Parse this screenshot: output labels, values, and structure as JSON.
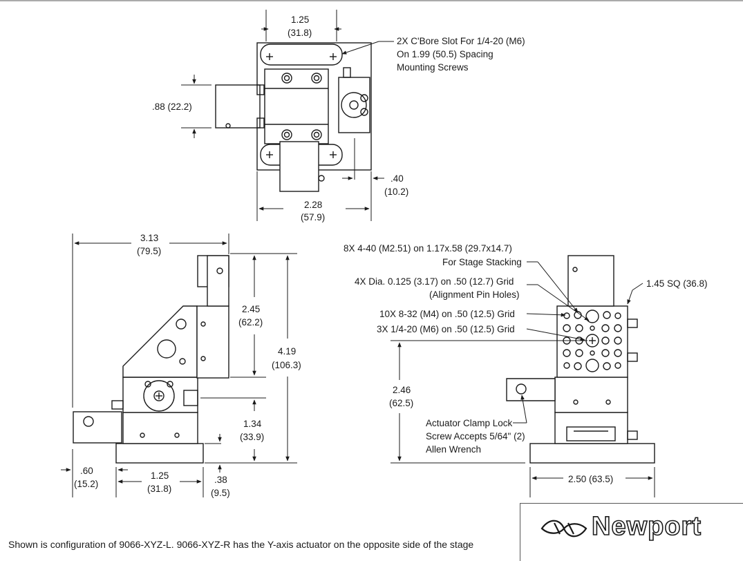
{
  "top_view": {
    "width_label": "1.25",
    "width_metric": "(31.8)",
    "slot_note_1": "2X C'Bore Slot For 1/4-20 (M6)",
    "slot_note_2": "On 1.99 (50.5) Spacing",
    "slot_note_3": "Mounting Screws",
    "height_label": ".88 (22.2)",
    "offset_label": ".40",
    "offset_metric": "(10.2)",
    "overall_label": "2.28",
    "overall_metric": "(57.9)"
  },
  "side_view": {
    "length_label": "3.13",
    "length_metric": "(79.5)",
    "upper_label": "2.45",
    "upper_metric": "(62.2)",
    "total_label": "4.19",
    "total_metric": "(106.3)",
    "mid_label": "1.34",
    "mid_metric": "(33.9)",
    "left_label": ".60",
    "left_metric": "(15.2)",
    "base_label": "1.25",
    "base_metric": "(31.8)",
    "thick_label": ".38",
    "thick_metric": "(9.5)"
  },
  "front_view": {
    "note_stacking_1": "8X 4-40 (M2.51) on 1.17x.58 (29.7x14.7)",
    "note_stacking_2": "For Stage Stacking",
    "note_pins_1": "4X Dia. 0.125 (3.17) on .50 (12.7) Grid",
    "note_pins_2": "(Alignment Pin Holes)",
    "note_m4": "10X 8-32 (M4) on .50 (12.5) Grid",
    "note_m6": "3X 1/4-20 (M6) on .50 (12.5) Grid",
    "square_label": "1.45 SQ (36.8)",
    "height_label": "2.46",
    "height_metric": "(62.5)",
    "clamp_note_1": "Actuator Clamp Lock",
    "clamp_note_2": "Screw Accepts 5/64\" (2)",
    "clamp_note_3": "Allen Wrench",
    "width_label": "2.50 (63.5)"
  },
  "caption": "Shown is configuration of 9066-XYZ-L. 9066-XYZ-R has the Y-axis actuator on the opposite side of the stage",
  "logo": {
    "brand": "Newport",
    "icon": "newport-logo-icon"
  },
  "colors": {
    "line": "#1a1a1a",
    "background": "#ffffff"
  }
}
